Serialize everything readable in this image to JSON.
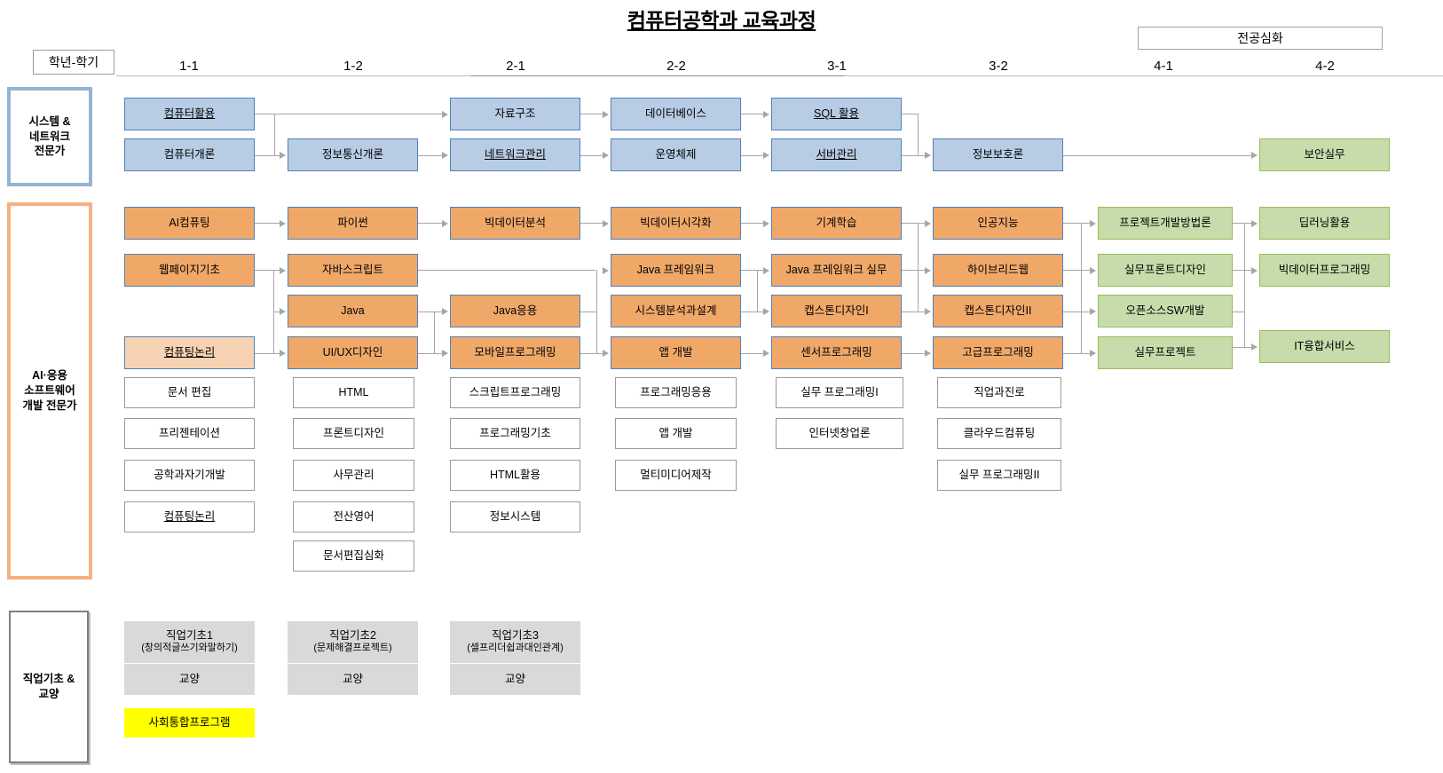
{
  "title": "컴퓨터공학과 교육과정",
  "header": {
    "grade_label": "학년-학기",
    "deepen_label": "전공심화",
    "semesters": [
      "1-1",
      "1-2",
      "2-1",
      "2-2",
      "3-1",
      "3-2",
      "4-1",
      "4-2"
    ]
  },
  "tracks": [
    {
      "id": "system-network",
      "label": "시스템 &\n네트워크\n전문가",
      "line1": "시스템 &",
      "line2": "네트워크",
      "line3": "전문가",
      "color": "#95b3d7"
    },
    {
      "id": "ai-software",
      "label": "AI·응용\n소프트웨어\n개발 전문가",
      "line1": "AI·응용",
      "line2": "소프트웨어",
      "line3": "개발 전문가",
      "color": "#f4b183"
    },
    {
      "id": "job-basic",
      "label": "직업기초 &\n교양",
      "line1": "직업기초 &",
      "line2": "교양",
      "color": "#808080"
    }
  ],
  "colors": {
    "blue_fill": "#b8cce4",
    "blue_border": "#4f81bd",
    "orange_fill": "#f0a868",
    "orange_light_fill": "#f8d3b3",
    "green_fill": "#c6ddab",
    "green_border": "#9bbb59",
    "grey_fill": "#d9d9d9",
    "yellow_fill": "#ffff00",
    "line": "#a6a6a6"
  },
  "courses": {
    "system_network": [
      {
        "id": "sn-1",
        "label": "컴퓨터활용",
        "style": "blue",
        "underline": true,
        "col": "1-1",
        "row": 0
      },
      {
        "id": "sn-2",
        "label": "컴퓨터개론",
        "style": "blue",
        "underline": false,
        "col": "1-1",
        "row": 1
      },
      {
        "id": "sn-3",
        "label": "정보통신개론",
        "style": "blue",
        "underline": false,
        "col": "1-2",
        "row": 1
      },
      {
        "id": "sn-4",
        "label": "자료구조",
        "style": "blue",
        "underline": false,
        "col": "2-1",
        "row": 0
      },
      {
        "id": "sn-5",
        "label": "네트워크관리",
        "style": "blue",
        "underline": true,
        "col": "2-1",
        "row": 1
      },
      {
        "id": "sn-6",
        "label": "데이터베이스",
        "style": "blue",
        "underline": false,
        "col": "2-2",
        "row": 0
      },
      {
        "id": "sn-7",
        "label": "운영체제",
        "style": "blue",
        "underline": false,
        "col": "2-2",
        "row": 1
      },
      {
        "id": "sn-8",
        "label": "SQL 활용",
        "style": "blue",
        "underline": true,
        "col": "3-1",
        "row": 0
      },
      {
        "id": "sn-9",
        "label": "서버관리",
        "style": "blue",
        "underline": true,
        "col": "3-1",
        "row": 1
      },
      {
        "id": "sn-10",
        "label": "정보보호론",
        "style": "blue",
        "underline": false,
        "col": "3-2",
        "row": 1
      },
      {
        "id": "sn-11",
        "label": "보안실무",
        "style": "green",
        "underline": false,
        "col": "4-2",
        "row": 1
      }
    ],
    "ai_software_main": [
      {
        "id": "ai-1",
        "label": "AI컴퓨팅",
        "style": "orange",
        "col": "1-1",
        "row": 0
      },
      {
        "id": "ai-2",
        "label": "웹페이지기초",
        "style": "orange",
        "col": "1-1",
        "row": 1
      },
      {
        "id": "ai-3",
        "label": "컴퓨팅논리",
        "style": "orange-lt",
        "underline": true,
        "col": "1-1",
        "row": 3
      },
      {
        "id": "ai-4",
        "label": "파이썬",
        "style": "orange",
        "col": "1-2",
        "row": 0
      },
      {
        "id": "ai-5",
        "label": "자바스크립트",
        "style": "orange",
        "col": "1-2",
        "row": 1
      },
      {
        "id": "ai-6",
        "label": "Java",
        "style": "orange",
        "col": "1-2",
        "row": 2
      },
      {
        "id": "ai-7",
        "label": "UI/UX디자인",
        "style": "orange",
        "col": "1-2",
        "row": 3
      },
      {
        "id": "ai-8",
        "label": "빅데이터분석",
        "style": "orange",
        "col": "2-1",
        "row": 0
      },
      {
        "id": "ai-9",
        "label": "Java응용",
        "style": "orange",
        "col": "2-1",
        "row": 2
      },
      {
        "id": "ai-10",
        "label": "모바일프로그래밍",
        "style": "orange",
        "col": "2-1",
        "row": 3
      },
      {
        "id": "ai-11",
        "label": "빅데이터시각화",
        "style": "orange",
        "col": "2-2",
        "row": 0
      },
      {
        "id": "ai-12",
        "label": "Java 프레임워크",
        "style": "orange",
        "col": "2-2",
        "row": 1
      },
      {
        "id": "ai-13",
        "label": "시스템분석과설계",
        "style": "orange",
        "col": "2-2",
        "row": 2
      },
      {
        "id": "ai-14",
        "label": "앱 개발",
        "style": "orange",
        "col": "2-2",
        "row": 3
      },
      {
        "id": "ai-15",
        "label": "기계학습",
        "style": "orange",
        "col": "3-1",
        "row": 0
      },
      {
        "id": "ai-16",
        "label": "Java 프레임워크 실무",
        "style": "orange",
        "col": "3-1",
        "row": 1
      },
      {
        "id": "ai-17",
        "label": "캡스톤디자인I",
        "style": "orange",
        "col": "3-1",
        "row": 2
      },
      {
        "id": "ai-18",
        "label": "센서프로그래밍",
        "style": "orange",
        "col": "3-1",
        "row": 3
      },
      {
        "id": "ai-19",
        "label": "인공지능",
        "style": "orange",
        "col": "3-2",
        "row": 0
      },
      {
        "id": "ai-20",
        "label": "하이브리드웹",
        "style": "orange",
        "col": "3-2",
        "row": 1
      },
      {
        "id": "ai-21",
        "label": "캡스톤디자인II",
        "style": "orange",
        "col": "3-2",
        "row": 2
      },
      {
        "id": "ai-22",
        "label": "고급프로그래밍",
        "style": "orange",
        "col": "3-2",
        "row": 3
      },
      {
        "id": "ai-23",
        "label": "프로젝트개발방법론",
        "style": "green",
        "col": "4-1",
        "row": 0
      },
      {
        "id": "ai-24",
        "label": "실무프론트디자인",
        "style": "green",
        "col": "4-1",
        "row": 1
      },
      {
        "id": "ai-25",
        "label": "오픈소스SW개발",
        "style": "green",
        "col": "4-1",
        "row": 2
      },
      {
        "id": "ai-26",
        "label": "실무프로젝트",
        "style": "green",
        "col": "4-1",
        "row": 3
      },
      {
        "id": "ai-27",
        "label": "딥러닝활용",
        "style": "green",
        "col": "4-2",
        "row": 0
      },
      {
        "id": "ai-28",
        "label": "빅데이터프로그래밍",
        "style": "green",
        "col": "4-2",
        "row": 1
      },
      {
        "id": "ai-29",
        "label": "IT융합서비스",
        "style": "green",
        "col": "4-2",
        "row": 3
      }
    ],
    "ai_software_electives": [
      {
        "id": "el-1",
        "label": "문서 편집",
        "col": "1-1",
        "row": 4
      },
      {
        "id": "el-2",
        "label": "프리젠테이션",
        "col": "1-1",
        "row": 5
      },
      {
        "id": "el-3",
        "label": "공학과자기개발",
        "col": "1-1",
        "row": 6
      },
      {
        "id": "el-4",
        "label": "컴퓨팅논리",
        "col": "1-1",
        "row": 7,
        "underline": true
      },
      {
        "id": "el-5",
        "label": "HTML",
        "col": "1-2",
        "row": 4
      },
      {
        "id": "el-6",
        "label": "프론트디자인",
        "col": "1-2",
        "row": 5
      },
      {
        "id": "el-7",
        "label": "사무관리",
        "col": "1-2",
        "row": 6
      },
      {
        "id": "el-8",
        "label": "전산영어",
        "col": "1-2",
        "row": 7
      },
      {
        "id": "el-9",
        "label": "문서편집심화",
        "col": "1-2",
        "row": 8
      },
      {
        "id": "el-10",
        "label": "스크립트프로그래밍",
        "col": "2-1",
        "row": 4
      },
      {
        "id": "el-11",
        "label": "프로그래밍기초",
        "col": "2-1",
        "row": 5
      },
      {
        "id": "el-12",
        "label": "HTML활용",
        "col": "2-1",
        "row": 6
      },
      {
        "id": "el-13",
        "label": "정보시스템",
        "col": "2-1",
        "row": 7
      },
      {
        "id": "el-14",
        "label": "프로그래밍응용",
        "col": "2-2",
        "row": 4
      },
      {
        "id": "el-15",
        "label": "앱 개발",
        "col": "2-2",
        "row": 5
      },
      {
        "id": "el-16",
        "label": "멀티미디어제작",
        "col": "2-2",
        "row": 6
      },
      {
        "id": "el-17",
        "label": "실무 프로그래밍I",
        "col": "3-1",
        "row": 4
      },
      {
        "id": "el-18",
        "label": "인터넷창업론",
        "col": "3-1",
        "row": 5
      },
      {
        "id": "el-19",
        "label": "직업과진로",
        "col": "3-2",
        "row": 4
      },
      {
        "id": "el-20",
        "label": "클라우드컴퓨팅",
        "col": "3-2",
        "row": 5
      },
      {
        "id": "el-21",
        "label": "실무 프로그래밍II",
        "col": "3-2",
        "row": 6
      }
    ],
    "job_basic": [
      {
        "id": "jb-1",
        "line1": "직업기초1",
        "line2": "(창의적글쓰기와말하기)",
        "style": "grey",
        "col": "1-1",
        "row": 0
      },
      {
        "id": "jb-2",
        "line1": "직업기초2",
        "line2": "(문제해결프로젝트)",
        "style": "grey",
        "col": "1-2",
        "row": 0
      },
      {
        "id": "jb-3",
        "line1": "직업기초3",
        "line2": "(셀프리더쉽과대인관계)",
        "style": "grey",
        "col": "2-1",
        "row": 0
      },
      {
        "id": "jb-4",
        "line1": "교양",
        "line2": "",
        "style": "grey",
        "col": "1-1",
        "row": 1
      },
      {
        "id": "jb-5",
        "line1": "교양",
        "line2": "",
        "style": "grey",
        "col": "1-2",
        "row": 1
      },
      {
        "id": "jb-6",
        "line1": "교양",
        "line2": "",
        "style": "grey",
        "col": "2-1",
        "row": 1
      },
      {
        "id": "jb-7",
        "line1": "사회통합프로그램",
        "line2": "",
        "style": "yellow",
        "col": "1-1",
        "row": 2
      }
    ]
  }
}
